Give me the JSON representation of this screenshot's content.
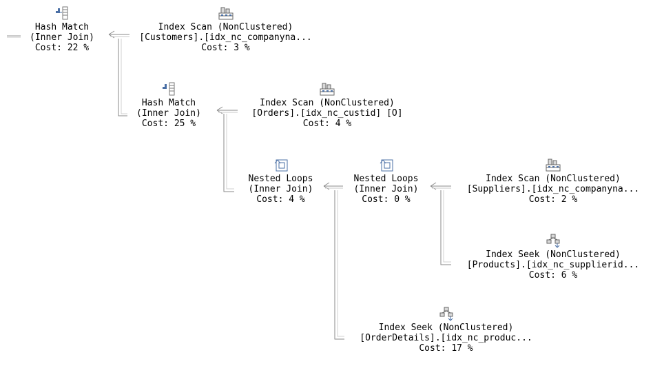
{
  "nodes": [
    {
      "id": "hm1",
      "icon": "hash-match-icon",
      "line1": "Hash Match",
      "line2": "(Inner Join)",
      "cost": "Cost: 22 %"
    },
    {
      "id": "is1",
      "icon": "index-scan-icon",
      "line1": "Index Scan (NonClustered)",
      "line2": "[Customers].[idx_nc_companyna...",
      "cost": "Cost: 3 %"
    },
    {
      "id": "hm2",
      "icon": "hash-match-icon",
      "line1": "Hash Match",
      "line2": "(Inner Join)",
      "cost": "Cost: 25 %"
    },
    {
      "id": "is2",
      "icon": "index-scan-icon",
      "line1": "Index Scan (NonClustered)",
      "line2": "[Orders].[idx_nc_custid] [O]",
      "cost": "Cost: 4 %"
    },
    {
      "id": "nl1",
      "icon": "nested-loops-icon",
      "line1": "Nested Loops",
      "line2": "(Inner Join)",
      "cost": "Cost: 4 %"
    },
    {
      "id": "nl2",
      "icon": "nested-loops-icon",
      "line1": "Nested Loops",
      "line2": "(Inner Join)",
      "cost": "Cost: 0 %"
    },
    {
      "id": "is3",
      "icon": "index-scan-icon",
      "line1": "Index Scan (NonClustered)",
      "line2": "[Suppliers].[idx_nc_companyna...",
      "cost": "Cost: 2 %"
    },
    {
      "id": "isk1",
      "icon": "index-seek-icon",
      "line1": "Index Seek (NonClustered)",
      "line2": "[Products].[idx_nc_supplierid...",
      "cost": "Cost: 6 %"
    },
    {
      "id": "isk2",
      "icon": "index-seek-icon",
      "line1": "Index Seek (NonClustered)",
      "line2": "[OrderDetails].[idx_nc_produc...",
      "cost": "Cost: 17 %"
    }
  ]
}
